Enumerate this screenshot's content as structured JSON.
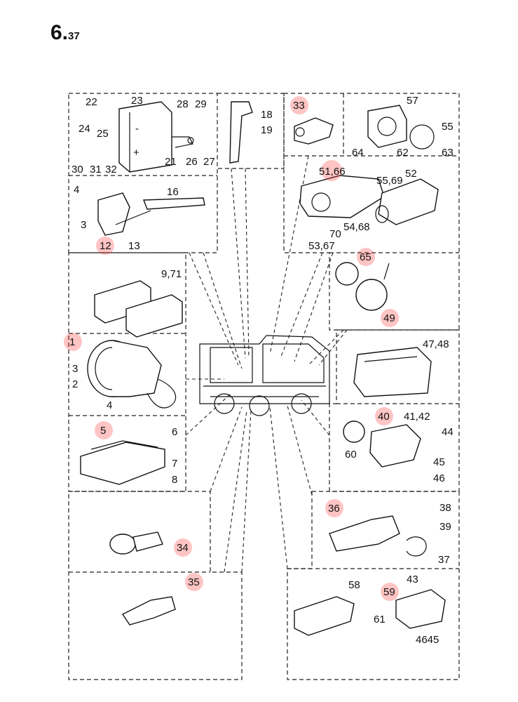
{
  "page": {
    "section": "6.",
    "page": "37"
  },
  "callouts": [
    {
      "id": "c22",
      "text": "22",
      "highlight": false
    },
    {
      "id": "c23",
      "text": "23",
      "highlight": false
    },
    {
      "id": "c28",
      "text": "28",
      "highlight": false
    },
    {
      "id": "c29",
      "text": "29",
      "highlight": false
    },
    {
      "id": "c24",
      "text": "24",
      "highlight": false
    },
    {
      "id": "c25",
      "text": "25",
      "highlight": false
    },
    {
      "id": "c18",
      "text": "18",
      "highlight": false
    },
    {
      "id": "c19",
      "text": "19",
      "highlight": false
    },
    {
      "id": "c21",
      "text": "21",
      "highlight": false
    },
    {
      "id": "c26",
      "text": "26",
      "highlight": false
    },
    {
      "id": "c27",
      "text": "27",
      "highlight": false
    },
    {
      "id": "c30",
      "text": "30",
      "highlight": false
    },
    {
      "id": "c31",
      "text": "31",
      "highlight": false
    },
    {
      "id": "c32",
      "text": "32",
      "highlight": false
    },
    {
      "id": "c33",
      "text": "33",
      "highlight": true
    },
    {
      "id": "c57",
      "text": "57",
      "highlight": false
    },
    {
      "id": "c55",
      "text": "55",
      "highlight": false
    },
    {
      "id": "c64",
      "text": "64",
      "highlight": false
    },
    {
      "id": "c62",
      "text": "62",
      "highlight": false
    },
    {
      "id": "c63",
      "text": "63",
      "highlight": false
    },
    {
      "id": "c5166",
      "text": "51,66",
      "highlight": true
    },
    {
      "id": "c5569",
      "text": "55,69",
      "highlight": false
    },
    {
      "id": "c52",
      "text": "52",
      "highlight": false
    },
    {
      "id": "c5468",
      "text": "54,68",
      "highlight": false
    },
    {
      "id": "c70",
      "text": "70",
      "highlight": false
    },
    {
      "id": "c5367",
      "text": "53,67",
      "highlight": false
    },
    {
      "id": "c4",
      "text": "4",
      "highlight": false
    },
    {
      "id": "c16",
      "text": "16",
      "highlight": false
    },
    {
      "id": "c3a",
      "text": "3",
      "highlight": false
    },
    {
      "id": "c12",
      "text": "12",
      "highlight": true
    },
    {
      "id": "c13",
      "text": "13",
      "highlight": false
    },
    {
      "id": "c971",
      "text": "9,71",
      "highlight": false
    },
    {
      "id": "c65",
      "text": "65",
      "highlight": true
    },
    {
      "id": "c49",
      "text": "49",
      "highlight": true
    },
    {
      "id": "c1",
      "text": "1",
      "highlight": true
    },
    {
      "id": "c3b",
      "text": "3",
      "highlight": false
    },
    {
      "id": "c2",
      "text": "2",
      "highlight": false
    },
    {
      "id": "c4b",
      "text": "4",
      "highlight": false
    },
    {
      "id": "c4748",
      "text": "47,48",
      "highlight": false
    },
    {
      "id": "c5",
      "text": "5",
      "highlight": true
    },
    {
      "id": "c6",
      "text": "6",
      "highlight": false
    },
    {
      "id": "c7",
      "text": "7",
      "highlight": false
    },
    {
      "id": "c8",
      "text": "8",
      "highlight": false
    },
    {
      "id": "c40",
      "text": "40",
      "highlight": true
    },
    {
      "id": "c4142",
      "text": "41,42",
      "highlight": false
    },
    {
      "id": "c44",
      "text": "44",
      "highlight": false
    },
    {
      "id": "c60",
      "text": "60",
      "highlight": false
    },
    {
      "id": "c45",
      "text": "45",
      "highlight": false
    },
    {
      "id": "c46",
      "text": "46",
      "highlight": false
    },
    {
      "id": "c36",
      "text": "36",
      "highlight": true
    },
    {
      "id": "c38",
      "text": "38",
      "highlight": false
    },
    {
      "id": "c39",
      "text": "39",
      "highlight": false
    },
    {
      "id": "c37",
      "text": "37",
      "highlight": false
    },
    {
      "id": "c34",
      "text": "34",
      "highlight": true
    },
    {
      "id": "c35",
      "text": "35",
      "highlight": true
    },
    {
      "id": "c58",
      "text": "58",
      "highlight": false
    },
    {
      "id": "c43",
      "text": "43",
      "highlight": false
    },
    {
      "id": "c59",
      "text": "59",
      "highlight": true
    },
    {
      "id": "c61",
      "text": "61",
      "highlight": false
    },
    {
      "id": "c4645",
      "text": "4645",
      "highlight": false
    }
  ],
  "relay_symbols": {
    "minus": "-",
    "plus": "+"
  },
  "colors": {
    "highlight": "#ff2b2b",
    "ink": "#111111",
    "paper": "#ffffff"
  }
}
